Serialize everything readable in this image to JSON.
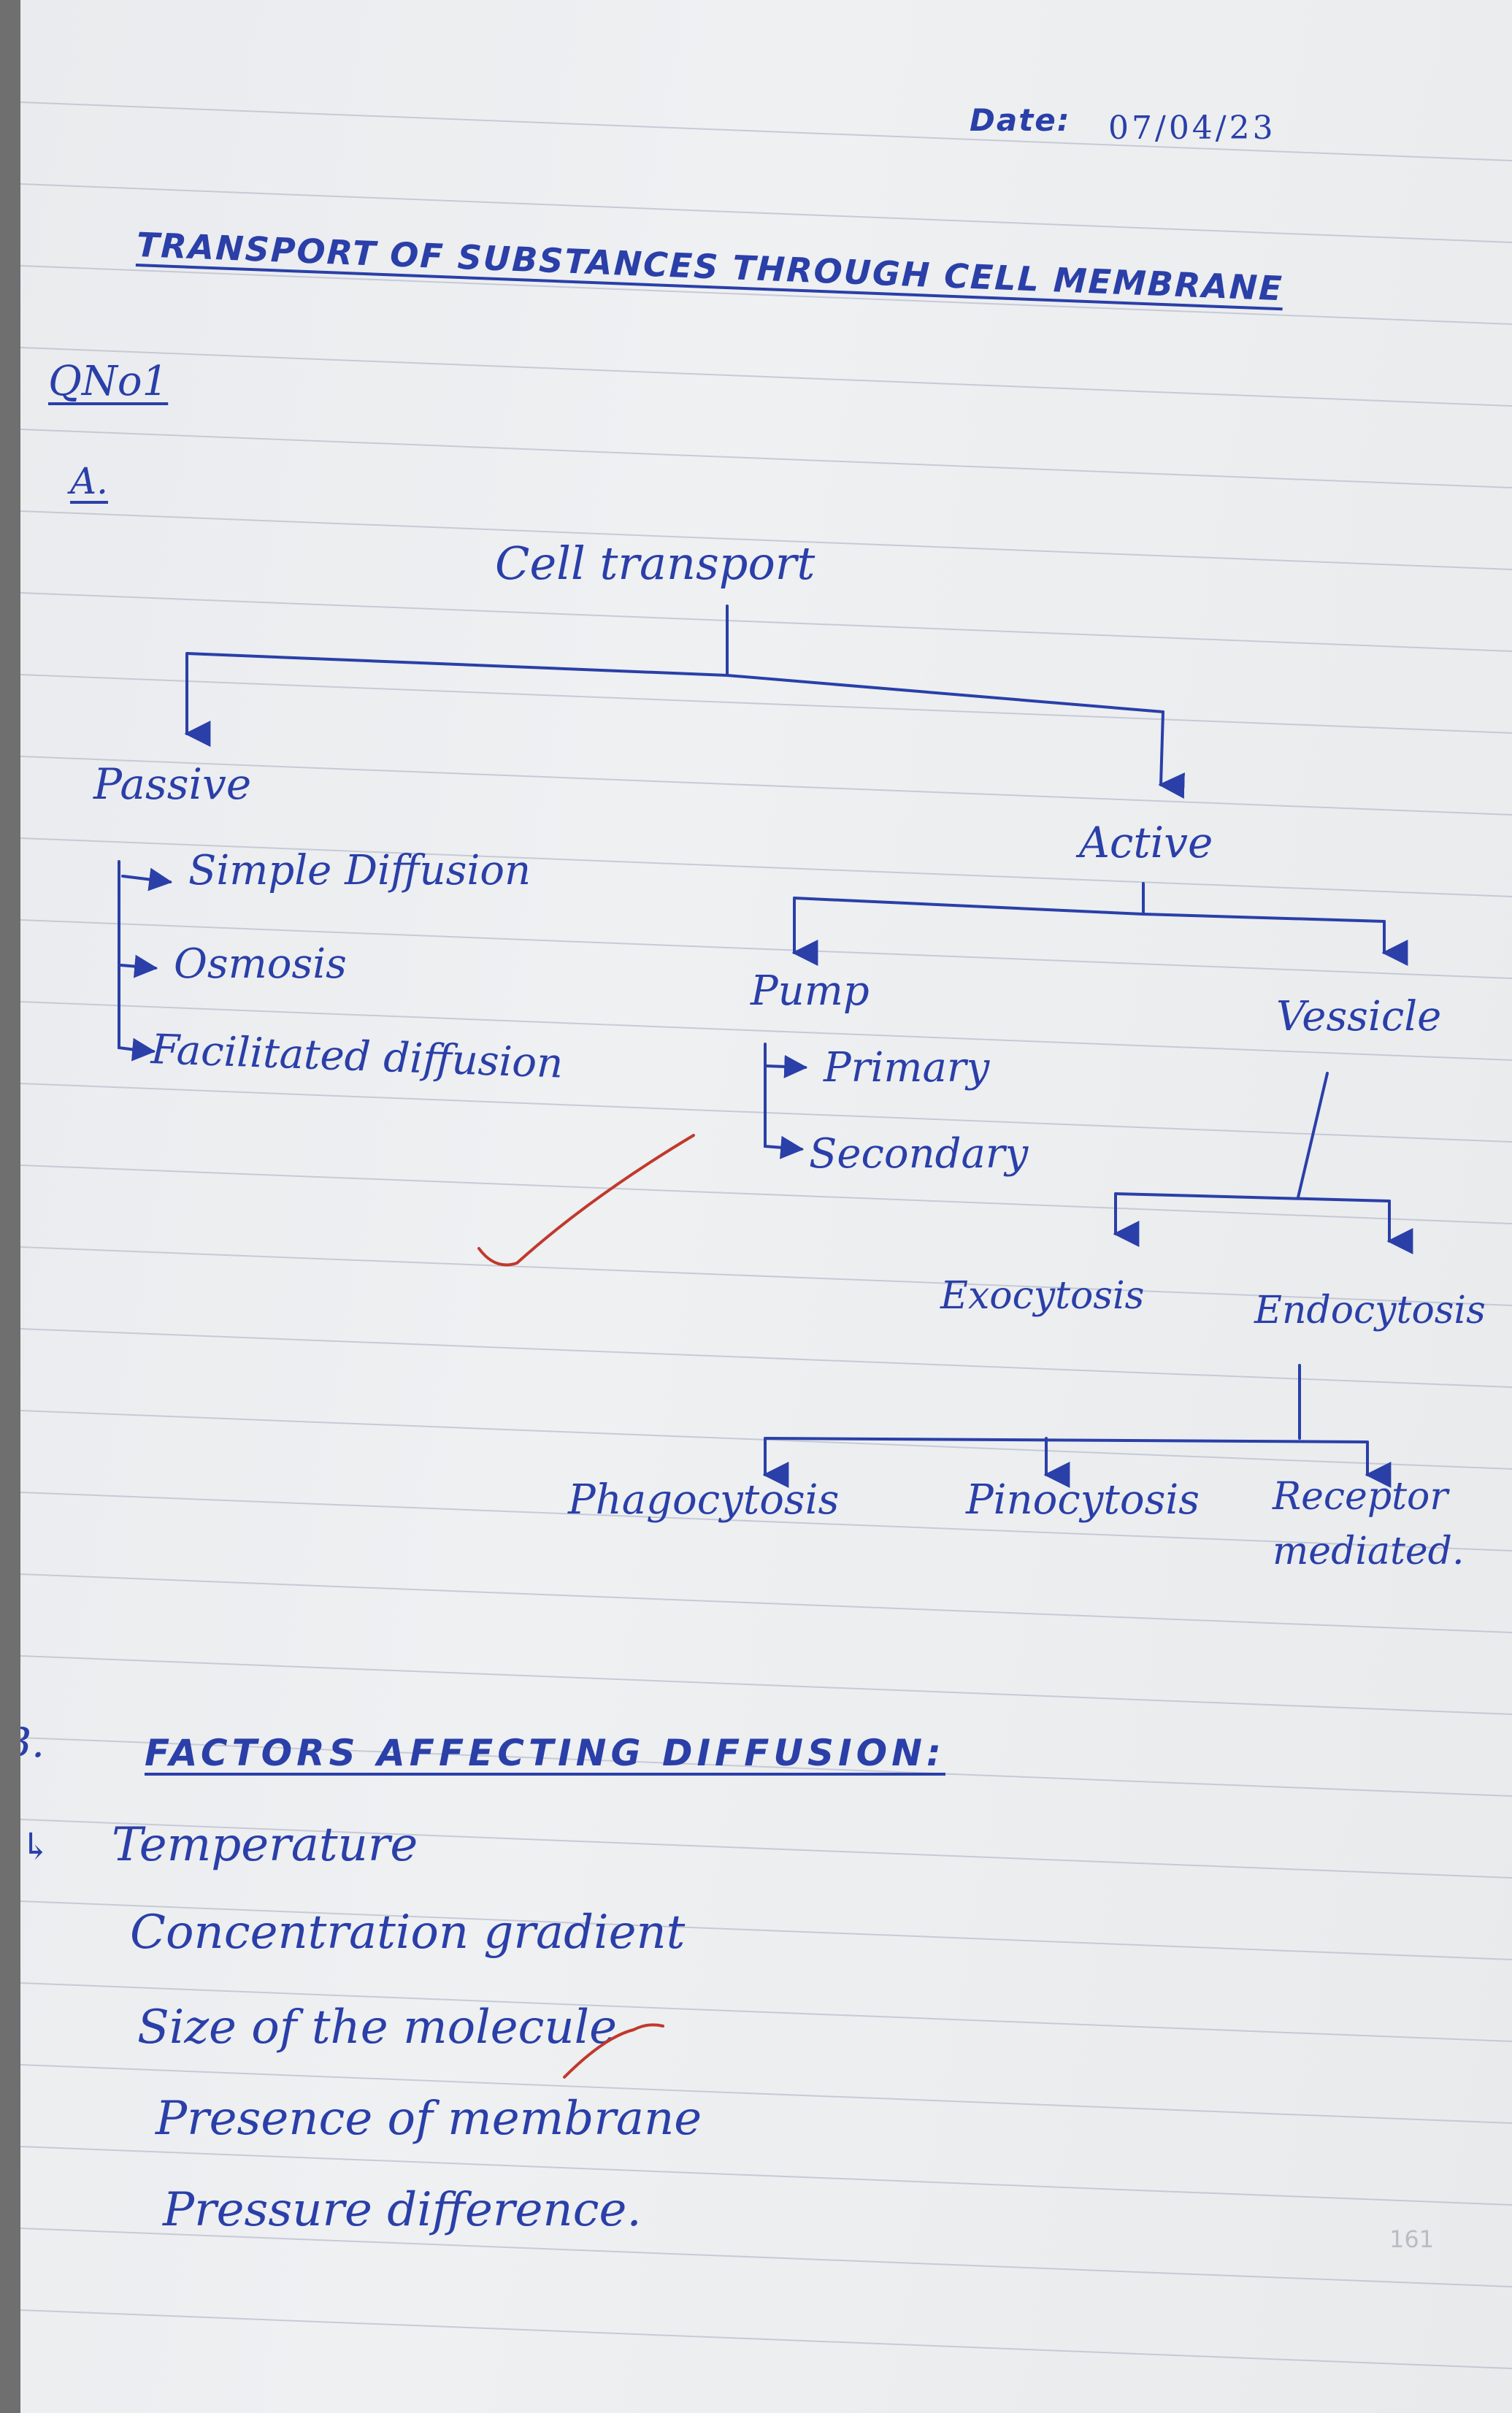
{
  "date": {
    "label": "Date:",
    "value": "07/04/23"
  },
  "title": "TRANSPORT OF SUBSTANCES THROUGH CELL MEMBRANE",
  "question": "QNo1",
  "part_a": "A.",
  "tree": {
    "root": "Cell transport",
    "passive": {
      "label": "Passive",
      "items": [
        "Simple Diffusion",
        "Osmosis",
        "Facilitated diffusion"
      ]
    },
    "active": {
      "label": "Active",
      "pump": {
        "label": "Pump",
        "items": [
          "Primary",
          "Secondary"
        ]
      },
      "vesicle": {
        "label": "Vessicle",
        "exocytosis": "Exocytosis",
        "endocytosis": "Endocytosis",
        "endocytosis_types": [
          "Phagocytosis",
          "Pinocytosis",
          "Receptor",
          "mediated."
        ]
      }
    }
  },
  "part_b": {
    "label": "B.",
    "heading": "FACTORS AFFECTING DIFFUSION:",
    "factors": [
      "Temperature",
      "Concentration gradient",
      "Size of the molecule",
      "Presence of membrane",
      "Pressure difference."
    ]
  },
  "page_number": "161",
  "colors": {
    "ink": "#2a3fa8",
    "teacher_mark": "#c0392b",
    "rule": "#aeb3c4"
  }
}
